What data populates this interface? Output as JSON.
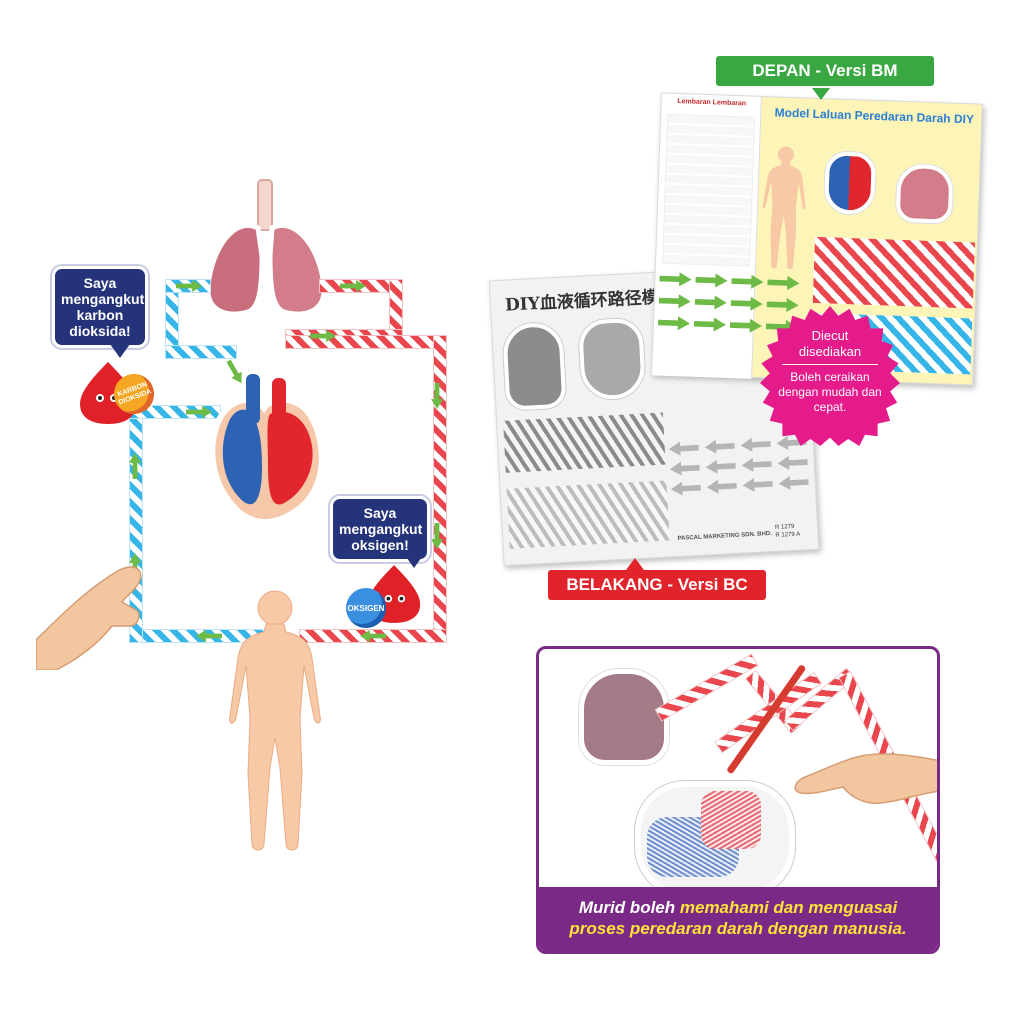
{
  "left_model": {
    "bubble_co2": "Saya mengangkut karbon dioksida!",
    "badge_co2": "KARBON DIOKSIDA",
    "bubble_o2": "Saya mengangkut oksigen!",
    "badge_o2": "OKSIGEN",
    "colors": {
      "oxygenated": "#e9464d",
      "deoxygenated": "#36b6e8",
      "arrow": "#6dbb46",
      "bubble": "#25337a"
    }
  },
  "sheets": {
    "front_tag": "DEPAN - Versi BM",
    "back_tag": "BELAKANG - Versi BC",
    "front_title": "Model Laluan Peredaran Darah DIY",
    "front_header": "Lembaran Lembaran",
    "back_title": "DIY血液循环路径模型",
    "publisher": "PASCAL MARKETING SDN. BHD.",
    "product_code": "R 1279",
    "product_code_2": "R 1279 A"
  },
  "starburst": {
    "line1": "Diecut disediakan",
    "line2": "Boleh ceraikan dengan mudah dan cepat."
  },
  "panel": {
    "caption_a": "Murid boleh",
    "caption_hl1": "memahami dan menguasai",
    "caption_hl2": "proses peredaran darah dengan manusia.",
    "colors": {
      "border": "#7a2a86",
      "highlight": "#ffe23a"
    }
  }
}
